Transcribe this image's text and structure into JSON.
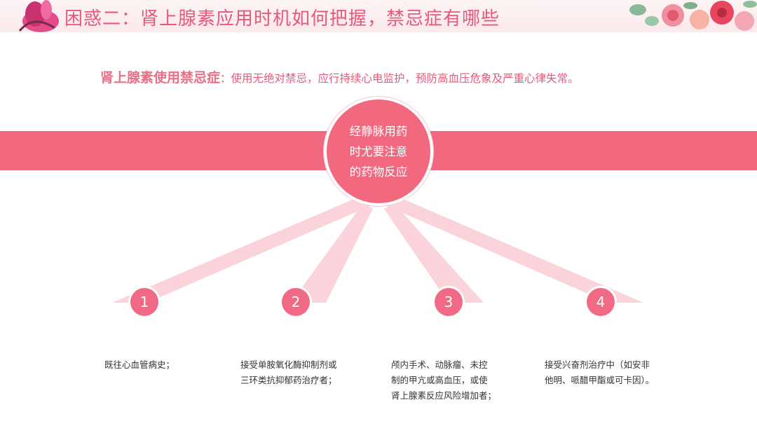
{
  "header": {
    "title": "困惑二：肾上腺素应用时机如何把握，禁忌症有哪些"
  },
  "subtitle": {
    "label": "肾上腺素使用禁忌症",
    "colon": "：",
    "text": "使用无绝对禁忌，应行持续心电监护，预防高血压危象及严重心律失常。"
  },
  "center": {
    "lines": [
      "经静脉用药",
      "时尤要注意",
      "的药物反应"
    ]
  },
  "items": [
    {
      "number": "1",
      "lines": [
        "既往心血管病史；"
      ]
    },
    {
      "number": "2",
      "lines": [
        "接受单胺氧化酶抑制剂或",
        "三环类抗抑郁药治疗者；"
      ]
    },
    {
      "number": "3",
      "lines": [
        "颅内手术、动脉瘤、未控",
        "制的甲亢或高血压，或使",
        "肾上腺素反应风险增加者；"
      ]
    },
    {
      "number": "4",
      "lines": [
        "接受兴奋剂治疗中（如安非",
        "他明、哌醋甲酯或可卡因）。"
      ]
    }
  ],
  "colors": {
    "accent": "#f2687f",
    "title": "#e8587a",
    "ray": "#fbd3db"
  },
  "icons": [
    "flower-decoration-left",
    "flower-decoration-right"
  ]
}
